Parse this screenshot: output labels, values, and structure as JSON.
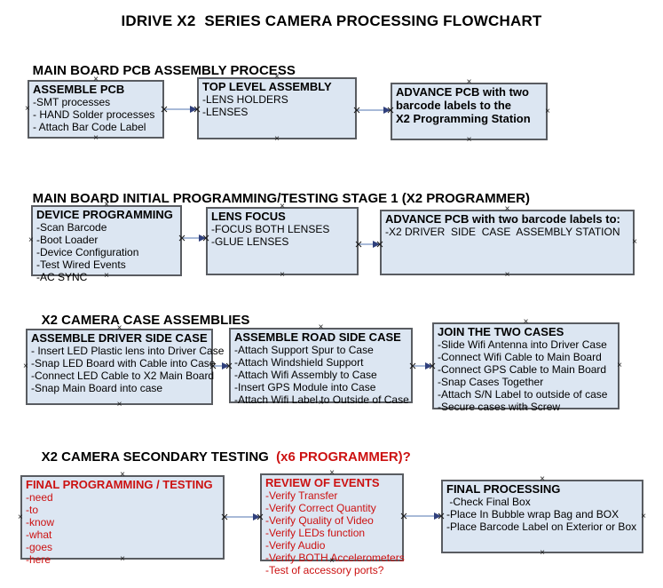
{
  "title": "IDRIVE X2  SERIES CAMERA PROCESSING FLOWCHART",
  "colors": {
    "box_fill": "#dce6f2",
    "box_border": "#595c61",
    "connector_line": "#8ca3cc",
    "arrowhead": "#30407c",
    "red_text": "#cc1111"
  },
  "sections": [
    {
      "heading": "MAIN BOARD PCB ASSEMBLY PROCESS",
      "boxes": [
        {
          "title": "ASSEMBLE PCB",
          "lines": [
            "-SMT processes",
            "- HAND Solder processes",
            "- Attach Bar Code Label"
          ]
        },
        {
          "title": "TOP LEVEL ASSEMBLY",
          "lines": [
            "-LENS HOLDERS",
            "-LENSES"
          ]
        },
        {
          "title": "ADVANCE PCB with two\nbarcode labels to the\n X2 Programming Station",
          "lines": []
        }
      ]
    },
    {
      "heading": "MAIN BOARD INITIAL PROGRAMMING/TESTING STAGE 1 (X2 PROGRAMMER)",
      "boxes": [
        {
          "title": "DEVICE PROGRAMMING",
          "lines": [
            "-Scan Barcode",
            "-Boot Loader",
            "-Device Configuration",
            "-Test Wired Events",
            "-AC SYNC"
          ]
        },
        {
          "title": "LENS FOCUS",
          "lines": [
            "-FOCUS BOTH LENSES",
            "-GLUE LENSES"
          ]
        },
        {
          "title": "ADVANCE PCB with two barcode labels to:",
          "lines": [
            "-X2 DRIVER  SIDE  CASE  ASSEMBLY STATION"
          ]
        }
      ]
    },
    {
      "heading": "X2 CAMERA CASE ASSEMBLIES",
      "boxes": [
        {
          "title": "ASSEMBLE DRIVER SIDE CASE",
          "lines": [
            "- Insert LED Plastic lens into Driver Case",
            "-Snap LED Board with Cable into Case",
            "-Connect LED Cable to X2 Main Board",
            "-Snap Main Board into case"
          ]
        },
        {
          "title": "ASSEMBLE ROAD SIDE CASE",
          "lines": [
            "-Attach Support Spur to Case",
            "-Attach Windshield Support",
            "-Attach Wifi Assembly to Case",
            "-Insert GPS Module into Case",
            "-Attach Wifi Label to Outside of Case"
          ]
        },
        {
          "title": "JOIN THE TWO CASES",
          "lines": [
            "-Slide Wifi Antenna into Driver Case",
            "-Connect Wifi Cable to Main Board",
            "-Connect GPS Cable to Main Board",
            "-Snap Cases Together",
            "-Attach S/N Label to outside of case",
            "-Secure cases with Screw"
          ]
        }
      ]
    },
    {
      "heading": "X2 CAMERA SECONDARY TESTING ",
      "heading_red": " (x6 PROGRAMMER)?",
      "boxes": [
        {
          "title": "FINAL PROGRAMMING / TESTING",
          "lines": [
            "-need",
            "-to",
            "-know",
            "-what",
            "-goes",
            "-here"
          ]
        },
        {
          "title": "REVIEW OF EVENTS",
          "lines": [
            "-Verify Transfer",
            "-Verify Correct Quantity",
            "-Verify Quality of Video",
            "-Verify LEDs function",
            "-Verify Audio",
            "-Verify BOTH Accelerometers",
            "-Test of accessory ports?"
          ]
        },
        {
          "title": "FINAL PROCESSING",
          "lines": [
            " -Check Final Box",
            "-Place In Bubble wrap Bag and BOX",
            "-Place Barcode Label on Exterior or Box"
          ]
        }
      ]
    }
  ]
}
